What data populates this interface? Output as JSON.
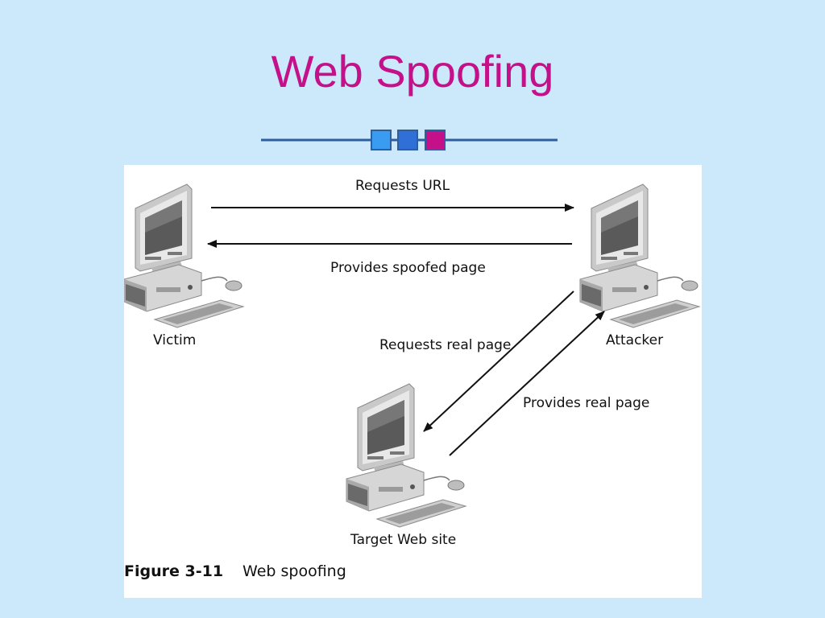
{
  "slide": {
    "title": "Web Spoofing",
    "divider_colors": [
      "#3a9cf0",
      "#2f6fd6",
      "#c4118a"
    ],
    "line_color": "#2e5e9e"
  },
  "diagram": {
    "nodes": [
      {
        "id": "victim",
        "label": "Victim",
        "icon": "desktop-computer-icon"
      },
      {
        "id": "attacker",
        "label": "Attacker",
        "icon": "desktop-computer-icon"
      },
      {
        "id": "target",
        "label": "Target Web site",
        "icon": "desktop-computer-icon"
      }
    ],
    "edges": [
      {
        "from": "victim",
        "to": "attacker",
        "label": "Requests URL"
      },
      {
        "from": "attacker",
        "to": "victim",
        "label": "Provides spoofed page"
      },
      {
        "from": "attacker",
        "to": "target",
        "label": "Requests real page"
      },
      {
        "from": "target",
        "to": "attacker",
        "label": "Provides real page"
      }
    ],
    "caption_number": "Figure 3-11",
    "caption_text": "Web spoofing"
  }
}
